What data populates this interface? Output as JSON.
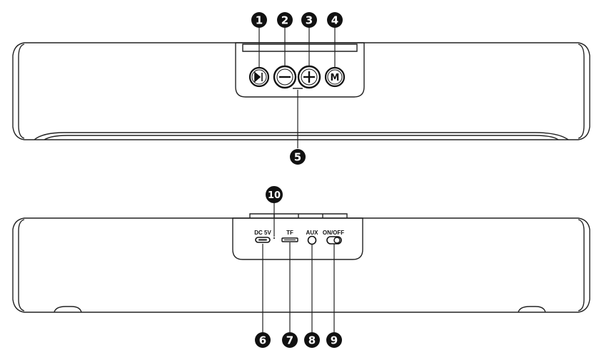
{
  "callouts": {
    "c1": "1",
    "c2": "2",
    "c3": "3",
    "c4": "4",
    "c5": "5",
    "c6": "6",
    "c7": "7",
    "c8": "8",
    "c9": "9",
    "c10": "10"
  },
  "ports": {
    "dc": "DC 5V",
    "tf": "TF",
    "aux": "AUX",
    "power": "ON/OFF"
  },
  "buttons": {
    "mode": "M"
  },
  "icons": {
    "play": "play-pause-icon",
    "minus": "minus-icon",
    "plus": "plus-icon",
    "mode": "mode-icon"
  },
  "colors": {
    "line": "#222222",
    "callout_fill": "#111111",
    "background": "#ffffff"
  }
}
